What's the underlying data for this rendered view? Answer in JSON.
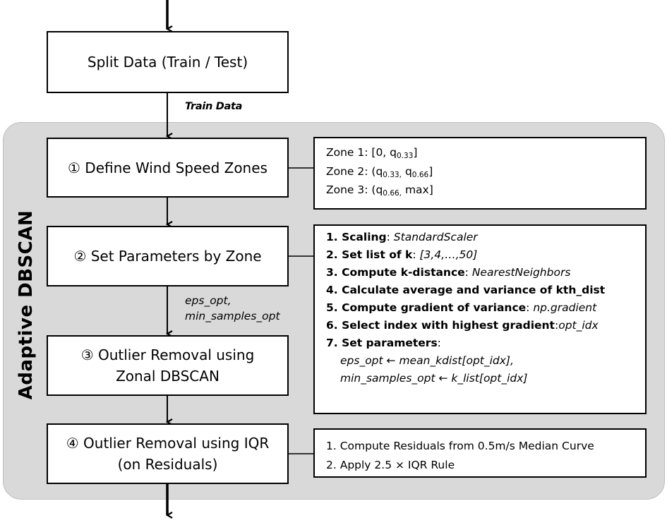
{
  "steps": {
    "split": "Split Data (Train / Test)",
    "zones": "① Define Wind Speed Zones",
    "params": "② Set Parameters by Zone",
    "dbscan_line1": "③ Outlier Removal using",
    "dbscan_line2": "Zonal DBSCAN",
    "iqr_line1": "④ Outlier Removal using IQR",
    "iqr_line2": "(on Residuals)"
  },
  "flow_labels": {
    "train_data": "Train Data",
    "eps_opt": "eps_opt,",
    "min_samples_opt": "min_samples_opt"
  },
  "group_label": "Adaptive DBSCAN",
  "zones_note": {
    "zone1_prefix": "Zone 1: [0, q",
    "zone1_sub": "0.33",
    "zone1_suffix": "]",
    "zone2_prefix": "Zone 2: (q",
    "zone2_sub1": "0.33,",
    "zone2_mid": " q",
    "zone2_sub2": "0.66",
    "zone2_suffix": "]",
    "zone3_prefix": "Zone 3: (q",
    "zone3_sub": "0.66,",
    "zone3_suffix": " max]"
  },
  "params_note": {
    "s1_bold": "1. Scaling",
    "s1_sep": ": ",
    "s1_val": "StandardScaler",
    "s2_bold": "2. Set list of k",
    "s2_sep": ": ",
    "s2_val": "[3,4,…,50]",
    "s3_bold": "3. Compute k-distance",
    "s3_sep": ": ",
    "s3_val": "NearestNeighbors",
    "s4_bold": "4. Calculate average and variance of kth_dist",
    "s5_bold": "5. Compute gradient of variance",
    "s5_sep": ": ",
    "s5_val": "np.gradient",
    "s6_bold": "6. Select index with highest gradient",
    "s6_sep": ":",
    "s6_val": "opt_idx",
    "s7_bold": "7. Set parameters",
    "s7_sep": ":",
    "s7_l1": "eps_opt ← mean_kdist[opt_idx],",
    "s7_l2": "min_samples_opt ← k_list[opt_idx]"
  },
  "iqr_note": {
    "l1": "1. Compute Residuals from 0.5m/s Median Curve",
    "l2": "2. Apply 2.5 × IQR Rule"
  }
}
